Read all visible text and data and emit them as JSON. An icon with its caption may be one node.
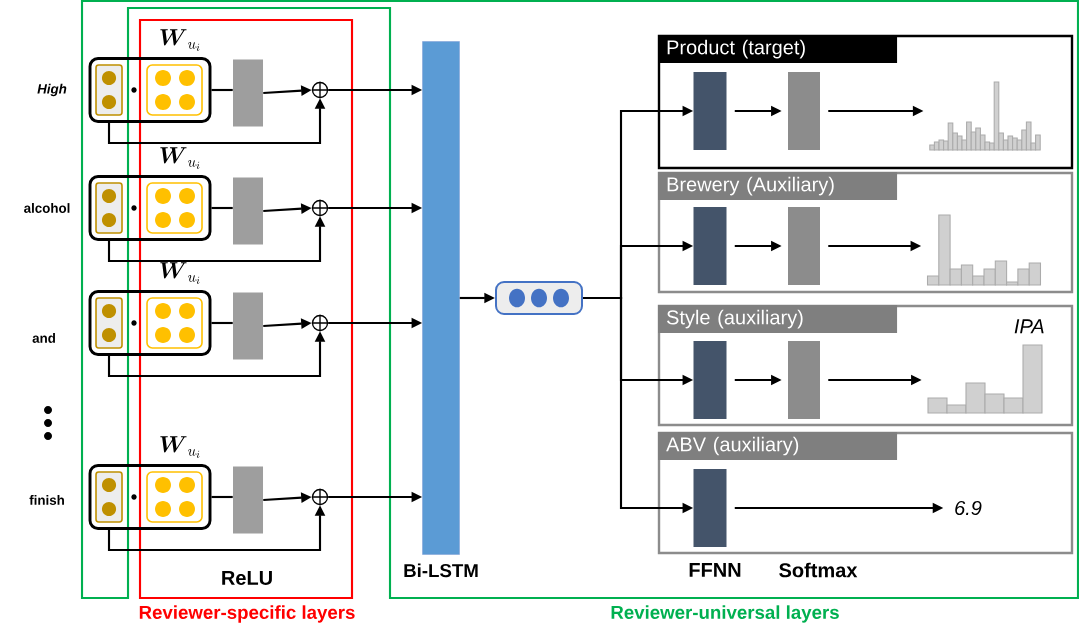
{
  "diagram": {
    "nodes": [
      {
        "text": [
          "Reviewer-universal layers"
        ]
      },
      {
        "text": [
          "Reviewer-specific layers"
        ]
      },
      {
        "text": [],
        "shape": "box",
        "beside": [
          "\\boldsymbol{W}_{u_i}"
        ]
      },
      {
        "text": [],
        "shape": "bar",
        "in": 1
      },
      {
        "text": [],
        "shape": "circle",
        "in": 1
      },
      {
        "text": [],
        "shape": "box",
        "beside": [
          "\\boldsymbol{W}_{u_i}"
        ]
      },
      {
        "text": [],
        "shape": "bar",
        "in": 1
      },
      {
        "text": [],
        "shape": "circle",
        "in": 1
      },
      {
        "text": [],
        "shape": "box",
        "beside": [
          "\\boldsymbol{W}_{u_i}"
        ]
      },
      {
        "text": [],
        "shape": "bar",
        "in": 1
      },
      {
        "text": [],
        "shape": "circle",
        "in": 1
      },
      {
        "text": [],
        "shape": "box",
        "beside": [
          "\\boldsymbol{W}_{u_i}"
        ]
      },
      {
        "text": [],
        "shape": "bar",
        "in": 1
      },
      {
        "text": [],
        "shape": "circle",
        "in": 1
      },
      {
        "text": [
          "Bi-LSTM"
        ],
        "in": 0
      },
      {
        "text": [],
        "shape": "box",
        "in": 0
      },
      {
        "text": [
          "Product (target)"
        ],
        "in": 0
      },
      {
        "text": [],
        "shape": "bar",
        "in": 16
      },
      {
        "text": [],
        "shape": "bar",
        "in": 16
      },
      {
        "text": [],
        "shape": "picture",
        "in": 16
      },
      {
        "text": [
          "Brewery (Auxiliary)"
        ],
        "in": 0
      },
      {
        "text": [],
        "shape": "bar",
        "in": 20
      },
      {
        "text": [],
        "shape": "bar",
        "in": 20
      },
      {
        "text": [],
        "shape": "picture",
        "in": 20
      },
      {
        "text": [
          "Style (auxiliary)"
        ],
        "in": 0
      },
      {
        "text": [],
        "shape": "bar",
        "in": 24
      },
      {
        "text": [],
        "shape": "bar",
        "in": 24
      },
      {
        "text": [],
        "shape": "picture",
        "in": 24,
        "beside": [
          "IPA"
        ]
      },
      {
        "text": [
          "ABV (auxiliary)"
        ],
        "in": 0
      },
      {
        "text": [],
        "shape": "bar",
        "in": 28
      },
      {
        "text": [
          "6.9"
        ],
        "in": 28
      }
    ],
    "edges": [
      {
        "from": 2,
        "to": 3,
        "arrow": "none"
      },
      {
        "from": 3,
        "to": 4,
        "arrow": "to"
      },
      {
        "from": 2,
        "to": 4,
        "arrow": "to"
      },
      {
        "from": 4,
        "to": 14,
        "arrow": "to"
      },
      {
        "from": 5,
        "to": 6,
        "arrow": "none"
      },
      {
        "from": 6,
        "to": 7,
        "arrow": "to"
      },
      {
        "from": 5,
        "to": 7,
        "arrow": "to"
      },
      {
        "from": 7,
        "to": 14,
        "arrow": "to"
      },
      {
        "from": 8,
        "to": 9,
        "arrow": "none"
      },
      {
        "from": 9,
        "to": 10,
        "arrow": "to"
      },
      {
        "from": 8,
        "to": 10,
        "arrow": "to"
      },
      {
        "from": 10,
        "to": 14,
        "arrow": "to"
      },
      {
        "from": 11,
        "to": 12,
        "arrow": "none"
      },
      {
        "from": 12,
        "to": 13,
        "arrow": "to"
      },
      {
        "from": 11,
        "to": 13,
        "arrow": "to"
      },
      {
        "from": 13,
        "to": 14,
        "arrow": "to"
      },
      {
        "from": 14,
        "to": 15,
        "arrow": "to"
      },
      {
        "from": 15,
        "to": 17,
        "arrow": "to"
      },
      {
        "from": 15,
        "to": 21,
        "arrow": "to"
      },
      {
        "from": 15,
        "to": 25,
        "arrow": "to"
      },
      {
        "from": 15,
        "to": 29,
        "arrow": "to"
      },
      {
        "from": 17,
        "to": 18,
        "arrow": "to"
      },
      {
        "from": 18,
        "to": 19,
        "arrow": "to"
      },
      {
        "from": 21,
        "to": 22,
        "arrow": "to"
      },
      {
        "from": 22,
        "to": 23,
        "arrow": "to"
      },
      {
        "from": 25,
        "to": 26,
        "arrow": "to"
      },
      {
        "from": 26,
        "to": 27,
        "arrow": "to"
      },
      {
        "from": 29,
        "to": 30,
        "arrow": "to"
      }
    ],
    "labels": [
      "High",
      "alcohol",
      "and",
      "finish",
      "ReLU",
      "FFNN",
      "Softmax"
    ]
  }
}
